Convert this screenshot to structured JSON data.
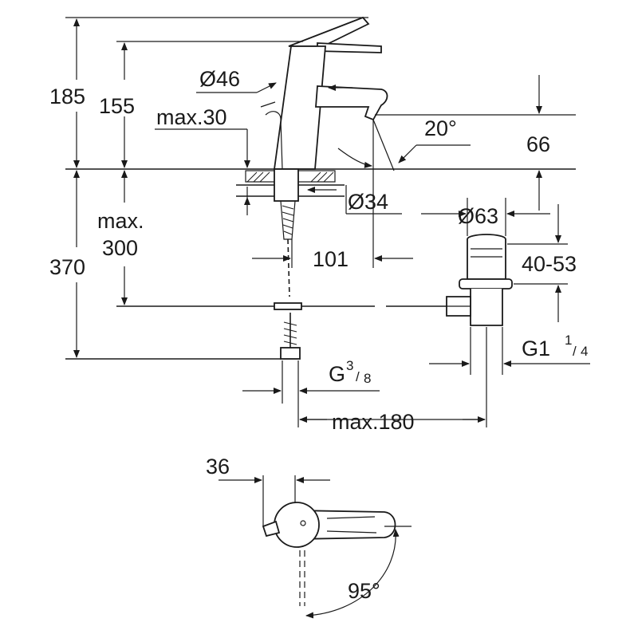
{
  "dimensions": {
    "overall_height": "185",
    "spout_height": "155",
    "lever_diameter": "Ø46",
    "max_deck_thickness": "max.30",
    "spout_angle": "20°",
    "spout_outlet_height": "66",
    "hole_diameter": "Ø34",
    "waste_diameter": "Ø63",
    "max_hose_max": "max.",
    "max_hose_value": "300",
    "total_length": "370",
    "spout_reach": "101",
    "waste_height": "40-53",
    "waste_thread": "G1",
    "waste_thread_num": "1",
    "waste_thread_den": "4",
    "hose_thread": "G",
    "hose_thread_num": "3",
    "hose_thread_den": "8",
    "max_offset": "max.180",
    "lever_offset": "36",
    "lever_rotation": "95°"
  }
}
